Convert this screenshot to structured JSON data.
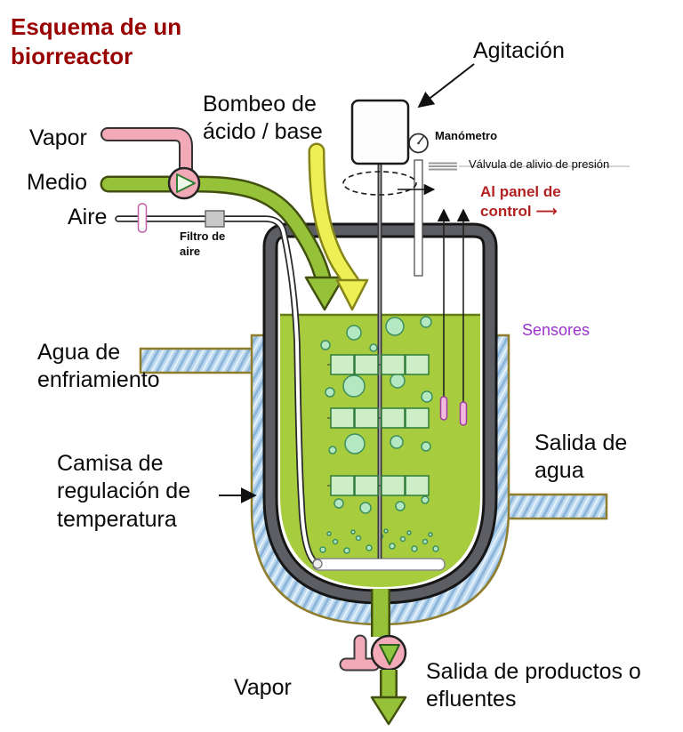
{
  "title": "Esquema de un biorreactor",
  "labels": {
    "agitation": "Agitación",
    "acid_base_pump": "Bombeo de ácido / base",
    "steam_in": "Vapor",
    "medium": "Medio",
    "air": "Aire",
    "air_filter": "Filtro de aire",
    "manometer": "Manómetro",
    "relief_valve": "Válvula de alivio de presión",
    "control_panel": "Al panel de control ⟶",
    "sensors": "Sensores",
    "cooling_water": "Agua de enfriamiento",
    "jacket": "Camisa de regulación de temperatura",
    "water_out": "Salida de agua",
    "steam_bottom": "Vapor",
    "products_out": "Salida de productos o efluentes"
  },
  "colors": {
    "title_color": "#990000",
    "control_color": "#b22222",
    "sensors_color": "#9933cc",
    "pipe_pink": "#f3aab8",
    "pipe_green": "#96c23a",
    "pipe_yellow": "#eeee55",
    "liquid": "#a7cc3e",
    "jacket_blue": "#bcd9ef",
    "wall_gray": "#5d5e63",
    "blade_green": "#cdeec6",
    "bubble_green": "#b4e8c2"
  }
}
